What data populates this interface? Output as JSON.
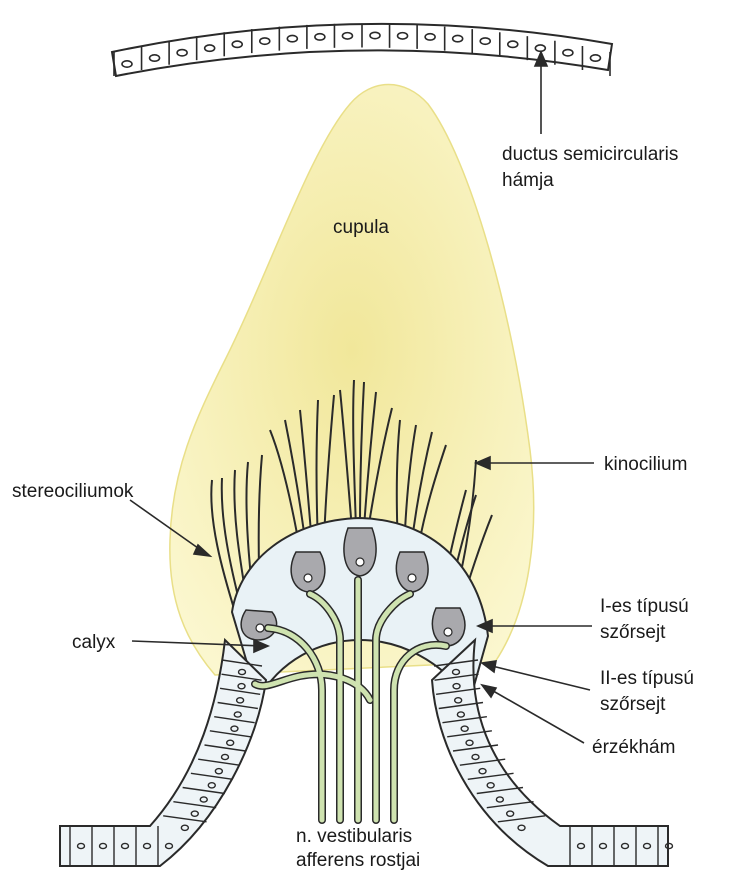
{
  "labels": {
    "duct_line1": "ductus semicircularis",
    "duct_line2": "hámja",
    "cupula": "cupula",
    "kinocilium": "kinocilium",
    "stereocilia": "stereociliumok",
    "type1_line1": "I-es típusú",
    "type1_line2": "szőrsejt",
    "calyx": "calyx",
    "type2_line1": "II-es típusú",
    "type2_line2": "szőrsejt",
    "epithelium": "érzékhám",
    "nerve_line1": "n. vestibularis",
    "nerve_line2": "afferens rostjai"
  },
  "colors": {
    "cupula_fill": "#f7f2b4",
    "cupula_edge": "#efe79a",
    "epithelium_fill": "#e9f2f6",
    "support_cell_fill": "#dfe9ef",
    "hair_cell_fill": "#a9a9ad",
    "nerve_fill": "#cfe3b0",
    "outline": "#2a2a2a"
  }
}
